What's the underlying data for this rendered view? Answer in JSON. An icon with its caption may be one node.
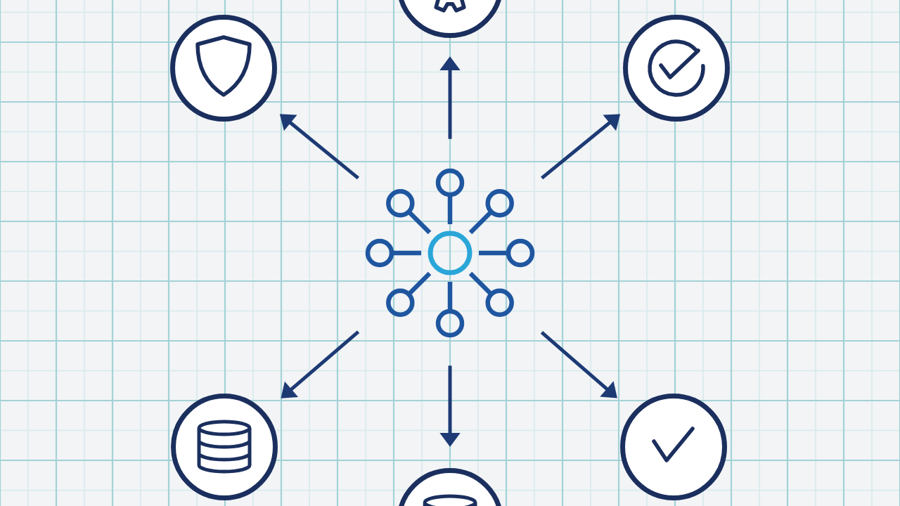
{
  "diagram": {
    "nodes": [
      {
        "text": [],
        "shape": "circle"
      },
      {
        "text": [],
        "shape": "circle"
      },
      {
        "text": [],
        "shape": "circle"
      },
      {
        "text": [],
        "shape": "picture"
      },
      {
        "text": [],
        "shape": "circle"
      },
      {
        "text": [],
        "shape": "circle"
      },
      {
        "text": [],
        "shape": "circle"
      }
    ],
    "edges": [
      {
        "from": 3,
        "to": 0,
        "arrow": "to"
      },
      {
        "from": 3,
        "to": 1,
        "arrow": "to"
      },
      {
        "from": 3,
        "to": 2,
        "arrow": "to"
      },
      {
        "from": 3,
        "to": 4,
        "arrow": "to"
      },
      {
        "from": 3,
        "to": 5,
        "arrow": "to"
      },
      {
        "from": 3,
        "to": 6,
        "arrow": "to"
      }
    ]
  }
}
